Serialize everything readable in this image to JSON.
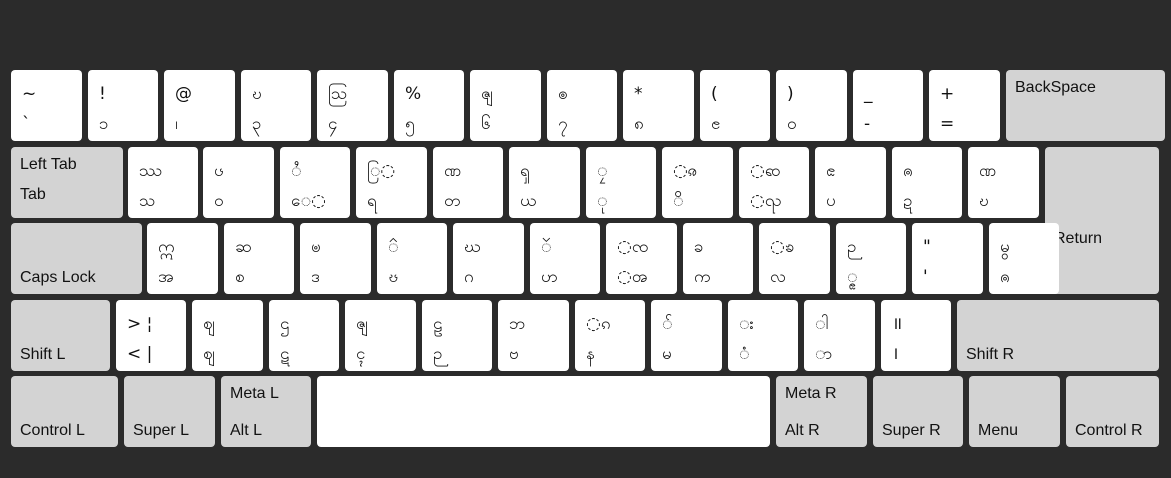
{
  "colors": {
    "background": "#2b2b2b",
    "key": "#ffffff",
    "modifier_key": "#d3d3d3"
  },
  "rows": [
    {
      "keys": [
        {
          "top": "~",
          "bottom": "`"
        },
        {
          "top": "!",
          "bottom": "၁"
        },
        {
          "top": "@",
          "bottom": "၊"
        },
        {
          "top": "ဎ",
          "bottom": "၃"
        },
        {
          "top": "ဩ",
          "bottom": "၄"
        },
        {
          "top": "%",
          "bottom": "၅"
        },
        {
          "top": "ၛ",
          "bottom": "၆"
        },
        {
          "top": "ၜ",
          "bottom": "၇"
        },
        {
          "top": "*",
          "bottom": "၈"
        },
        {
          "top": "(",
          "bottom": "ၔ"
        },
        {
          "top": ")",
          "bottom": "၀"
        },
        {
          "top": "_",
          "bottom": "-"
        },
        {
          "top": "+",
          "bottom": "="
        },
        {
          "label_top": "BackSpace",
          "mod": true
        }
      ]
    },
    {
      "keys": [
        {
          "label_top": "Left Tab",
          "label_bottom": "Tab",
          "mod": true
        },
        {
          "top": "ဿ",
          "bottom": "သ"
        },
        {
          "top": "ၒ",
          "bottom": "ဝ"
        },
        {
          "top": "◌ႆ",
          "bottom": "ေ◌"
        },
        {
          "top": "ြ◌",
          "bottom": "ရ"
        },
        {
          "top": "ဏ",
          "bottom": "တ"
        },
        {
          "top": "ၡ",
          "bottom": "ယ"
        },
        {
          "top": "◌ၠ",
          "bottom": "◌ု"
        },
        {
          "top": "◌ၷ",
          "bottom": "◌ိ"
        },
        {
          "top": "◌ၹ",
          "bottom": "◌ၺ"
        },
        {
          "top": "ၕ",
          "bottom": "ပ"
        },
        {
          "top": "ၐ",
          "bottom": "ဍ"
        },
        {
          "top": "ဏ",
          "bottom": "ဎ"
        },
        {
          "label_top": "Return",
          "mod": true
        }
      ]
    },
    {
      "keys": [
        {
          "label_bottom": "Caps Lock",
          "mod": true
        },
        {
          "top": "ဣ",
          "bottom": "အ"
        },
        {
          "top": "ဆ",
          "bottom": "စ"
        },
        {
          "top": "ၑ",
          "bottom": "ဒ"
        },
        {
          "top": "◌ၳ",
          "bottom": "ၓ"
        },
        {
          "top": "ဃ",
          "bottom": "ဂ"
        },
        {
          "top": "◌ၴ",
          "bottom": "ဟ"
        },
        {
          "top": "◌ၸ",
          "bottom": "◌ၻ"
        },
        {
          "top": "ခ",
          "bottom": "က"
        },
        {
          "top": "◌ၶ",
          "bottom": "လ"
        },
        {
          "top": "ဉ",
          "bottom": "ၙ"
        },
        {
          "top": "\"",
          "bottom": "'"
        },
        {
          "top": "မွ",
          "bottom": "ၐ"
        }
      ]
    },
    {
      "keys": [
        {
          "label_bottom": "Shift L",
          "mod": true
        },
        {
          "top": "> ¦",
          "bottom": "< |"
        },
        {
          "top": "ဈ",
          "bottom": "ဈ"
        },
        {
          "top": "ဌ",
          "bottom": "ဋ"
        },
        {
          "top": "ၛ",
          "bottom": "ၚ"
        },
        {
          "top": "ဠ",
          "bottom": "ဉ"
        },
        {
          "top": "ဘ",
          "bottom": "ဗ"
        },
        {
          "top": "◌ၵ",
          "bottom": "န"
        },
        {
          "top": "◌ၲ",
          "bottom": "မ"
        },
        {
          "top": "◌း",
          "bottom": "◌ံ"
        },
        {
          "top": "◌ါ",
          "bottom": "◌ာ"
        },
        {
          "top": "॥",
          "bottom": "।"
        },
        {
          "label_bottom": "Shift R",
          "mod": true
        }
      ]
    },
    {
      "keys": [
        {
          "label_bottom": "Control L",
          "mod": true
        },
        {
          "label_bottom": "Super L",
          "mod": true
        },
        {
          "label_top": "Meta L",
          "label_bottom": "Alt L",
          "mod": true
        },
        {
          "space": true
        },
        {
          "label_top": "Meta R",
          "label_bottom": "Alt R",
          "mod": true
        },
        {
          "label_bottom": "Super R",
          "mod": true
        },
        {
          "label_bottom": "Menu",
          "mod": true
        },
        {
          "label_bottom": "Control R",
          "mod": true
        }
      ]
    }
  ]
}
